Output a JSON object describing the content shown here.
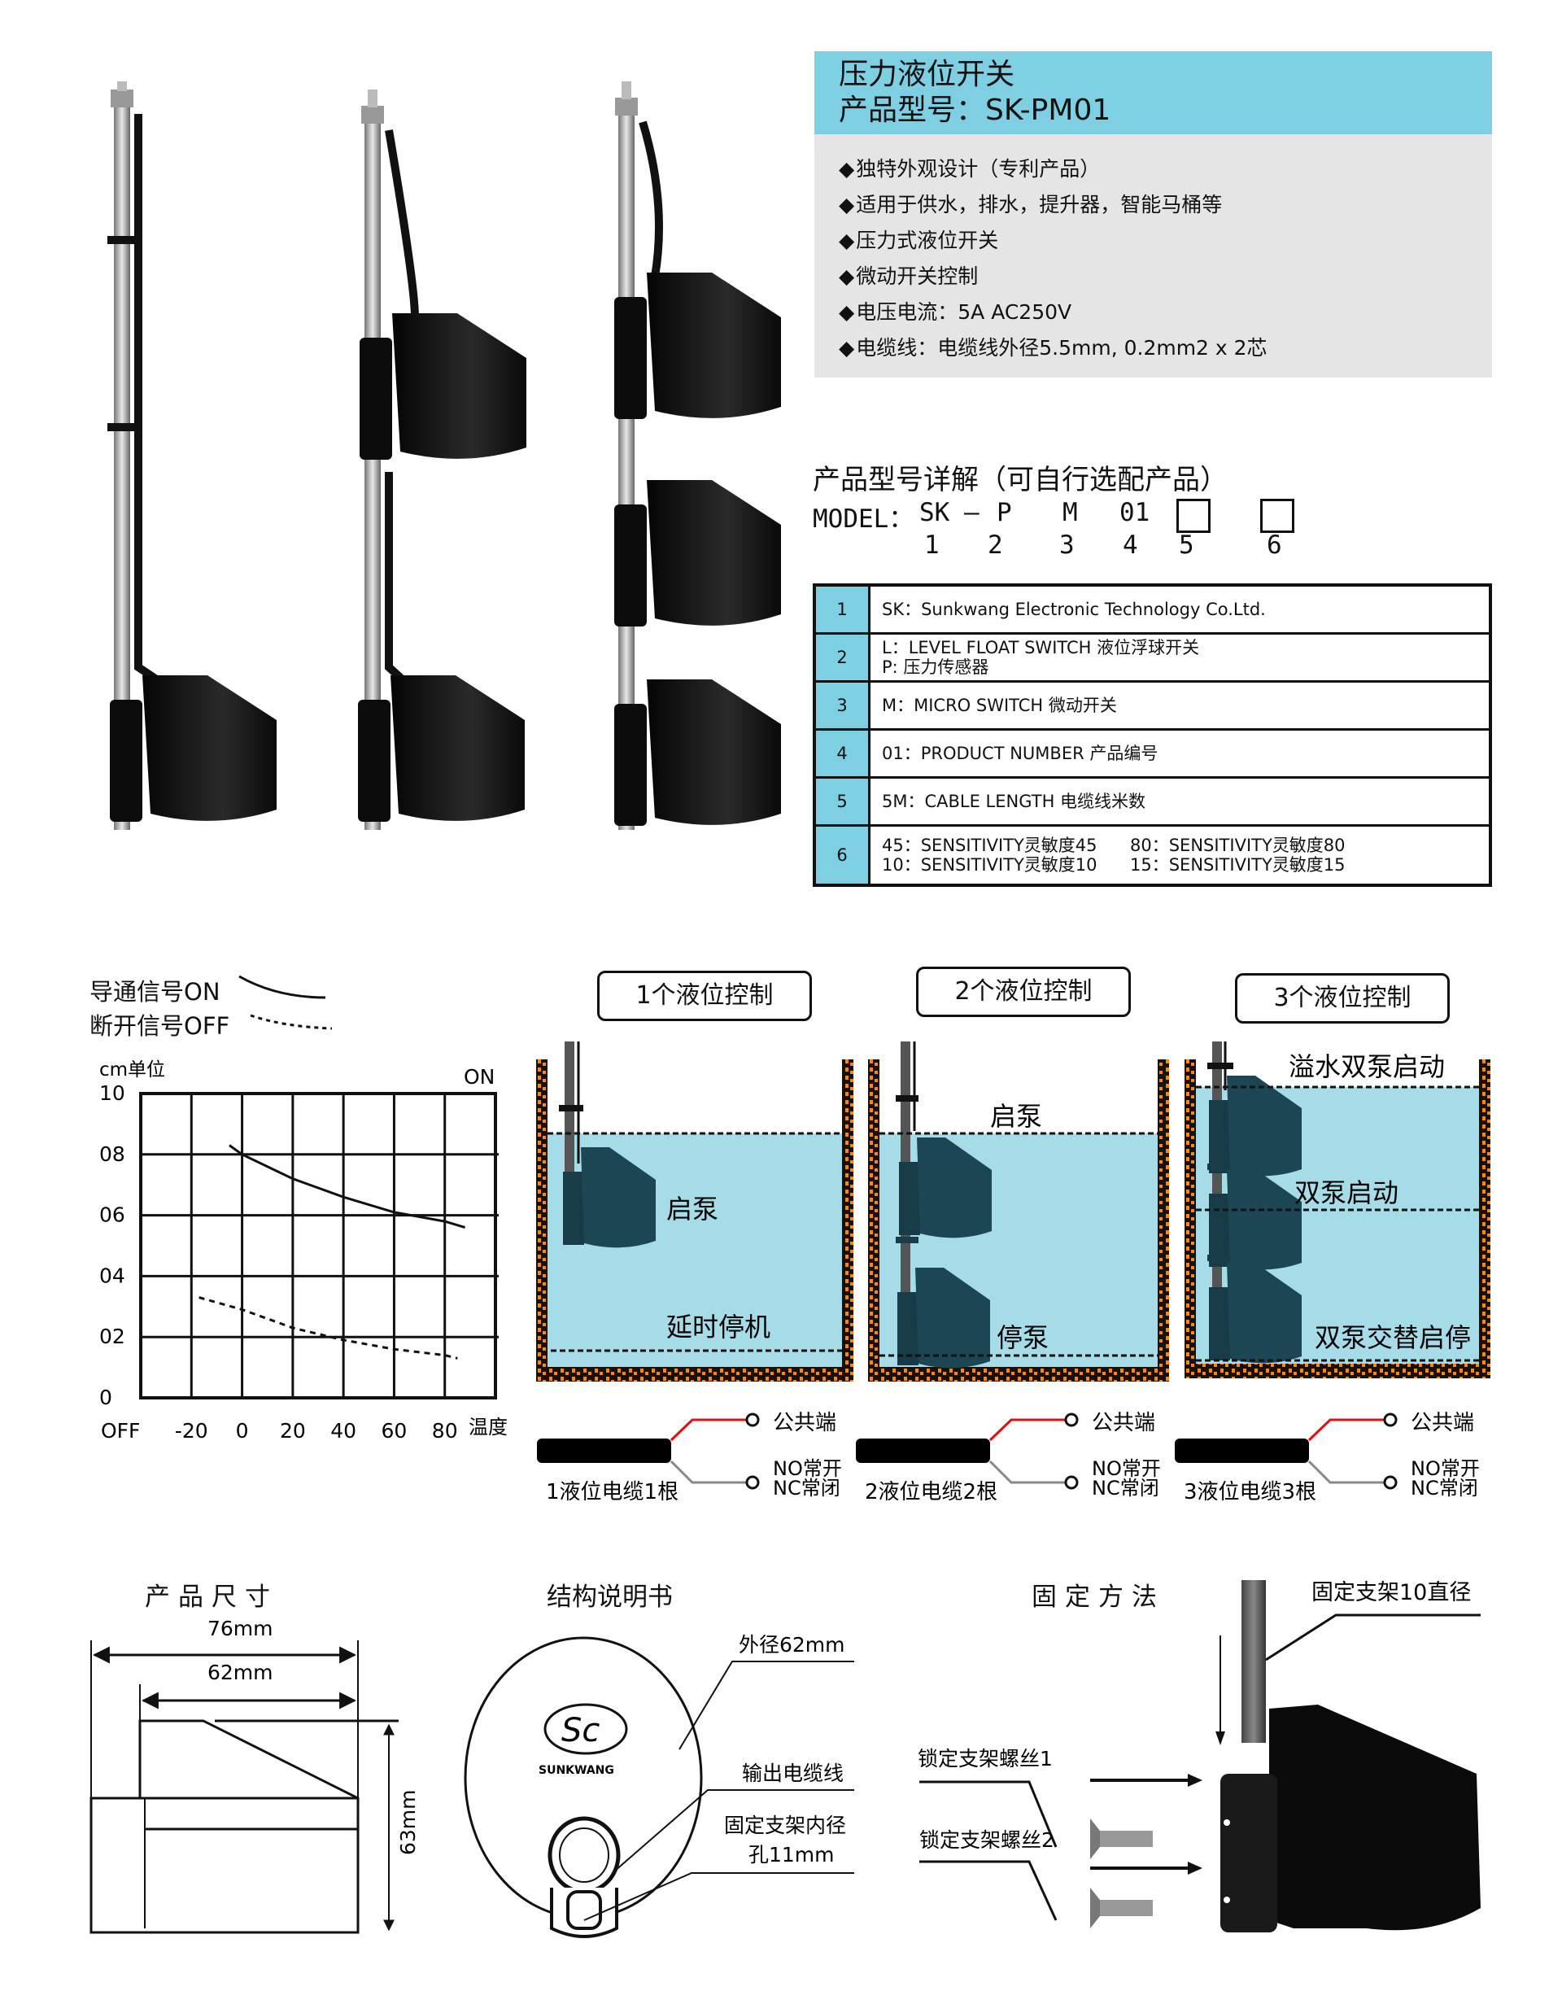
{
  "header": {
    "title": "压力液位开关",
    "model": "产品型号：SK-PM01",
    "features": [
      "独特外观设计（专利产品）",
      "适用于供水，排水，提升器，智能马桶等",
      "压力式液位开关",
      "微动开关控制",
      "电压电流：5A  AC250V",
      "电缆线：电缆线外径5.5mm, 0.2mm2 x 2芯"
    ],
    "bullet": "◆"
  },
  "model_spec": {
    "title": "产品型号详解（可自行选配产品）",
    "prefix": "MODEL：",
    "parts": [
      "SK",
      "–",
      "P",
      "M",
      "01"
    ],
    "positions": [
      "1",
      "2",
      "3",
      "4",
      "5",
      "6"
    ],
    "rows": [
      {
        "num": "1",
        "lines": [
          "SK：Sunkwang Electronic Technology Co.Ltd."
        ]
      },
      {
        "num": "2",
        "lines": [
          "L：LEVEL FLOAT SWITCH  液位浮球开关",
          "P:  压力传感器"
        ]
      },
      {
        "num": "3",
        "lines": [
          "M：MICRO SWITCH 微动开关"
        ]
      },
      {
        "num": "4",
        "lines": [
          "01：PRODUCT NUMBER  产品编号"
        ]
      },
      {
        "num": "5",
        "lines": [
          "5M：CABLE LENGTH  电缆线米数"
        ]
      },
      {
        "num": "6",
        "lines": [
          "45：SENSITIVITY灵敏度45",
          "80：SENSITIVITY灵敏度80",
          "10：SENSITIVITY灵敏度10",
          "15：SENSITIVITY灵敏度15"
        ]
      }
    ]
  },
  "chart_data": {
    "type": "line",
    "legend": {
      "on": "导通信号ON",
      "off": "断开信号OFF"
    },
    "ylabel": "cm单位",
    "xlabel": "温度",
    "on_label": "ON",
    "off_label": "OFF",
    "xlim": [
      -40,
      100
    ],
    "ylim": [
      0,
      10
    ],
    "x_ticks": [
      "-20",
      "0",
      "20",
      "40",
      "60",
      "80"
    ],
    "x_tick_values": [
      -20,
      0,
      20,
      40,
      60,
      80
    ],
    "y_ticks": [
      "10",
      "08",
      "06",
      "04",
      "02",
      "0"
    ],
    "y_tick_values": [
      10,
      8,
      6,
      4,
      2,
      0
    ],
    "grid": true,
    "series": [
      {
        "name": "导通信号ON",
        "style": "solid",
        "x": [
          -5,
          0,
          20,
          40,
          60,
          80,
          88
        ],
        "y": [
          8.3,
          8.0,
          7.2,
          6.6,
          6.1,
          5.8,
          5.6
        ]
      },
      {
        "name": "断开信号OFF",
        "style": "dotted",
        "x": [
          -17,
          0,
          20,
          40,
          60,
          80,
          85
        ],
        "y": [
          3.3,
          2.9,
          2.3,
          1.9,
          1.6,
          1.4,
          1.3
        ]
      }
    ]
  },
  "controls": [
    {
      "title": "1个液位控制",
      "levels": [
        "启泵",
        "延时停机"
      ],
      "cable": "1液位电缆1根"
    },
    {
      "title": "2个液位控制",
      "levels": [
        "启泵",
        "停泵"
      ],
      "cable": "2液位电缆2根"
    },
    {
      "title": "3个液位控制",
      "levels": [
        "溢水双泵启动",
        "双泵启动",
        "双泵交替启停"
      ],
      "cable": "3液位电缆3根"
    }
  ],
  "wiring": {
    "common": "公共端",
    "no": "NO常开",
    "nc": "NC常闭"
  },
  "dimensions": {
    "title": "产品尺寸",
    "width_outer": "76mm",
    "width_inner": "62mm",
    "height": "63mm"
  },
  "structure": {
    "title": "结构说明书",
    "outer": "外径62mm",
    "cable": "输出电缆线",
    "hole_1": "固定支架内径",
    "hole_2": "孔11mm",
    "logo": "SUNKWANG"
  },
  "mounting": {
    "title": "固定方法",
    "bracket": "固定支架10直径",
    "screw1": "锁定支架螺丝1",
    "screw2": "锁定支架螺丝2"
  },
  "colors": {
    "accent": "#7fcfe2",
    "panel": "#e5e5e5",
    "water": "#a6dbe8",
    "float": "#1c4654",
    "wall": "#f08a1c",
    "common_wire": "#e01010"
  }
}
